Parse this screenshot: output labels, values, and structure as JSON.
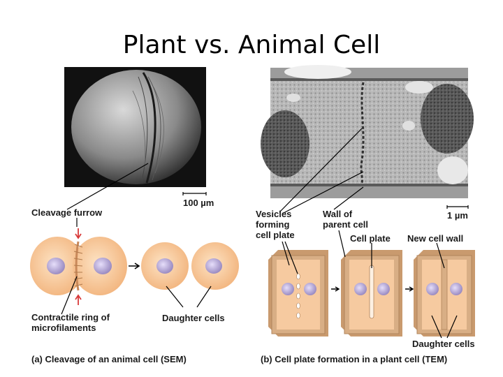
{
  "title": "Plant vs. Animal Cell",
  "animal": {
    "scale_bar": "100 µm",
    "cleavage_furrow": "Cleavage furrow",
    "contractile_ring_line1": "Contractile ring of",
    "contractile_ring_line2": "microfilaments",
    "daughter_cells": "Daughter cells",
    "caption": "(a) Cleavage of an animal cell (SEM)"
  },
  "plant": {
    "scale_bar": "1 µm",
    "vesicles_line1": "Vesicles",
    "vesicles_line2": "forming",
    "vesicles_line3": "cell plate",
    "wall_line1": "Wall of",
    "wall_line2": "parent cell",
    "cell_plate": "Cell plate",
    "new_cell_wall": "New cell wall",
    "daughter_cells": "Daughter cells",
    "caption": "(b) Cell plate formation in a plant cell (TEM)"
  },
  "colors": {
    "cytoplasm": "#f6caa0",
    "nucleus": "#b9a9cf",
    "wall": "#d8ae85",
    "micrograph_dark": "#2a2a2a",
    "arrow_red": "#d83a3a"
  }
}
